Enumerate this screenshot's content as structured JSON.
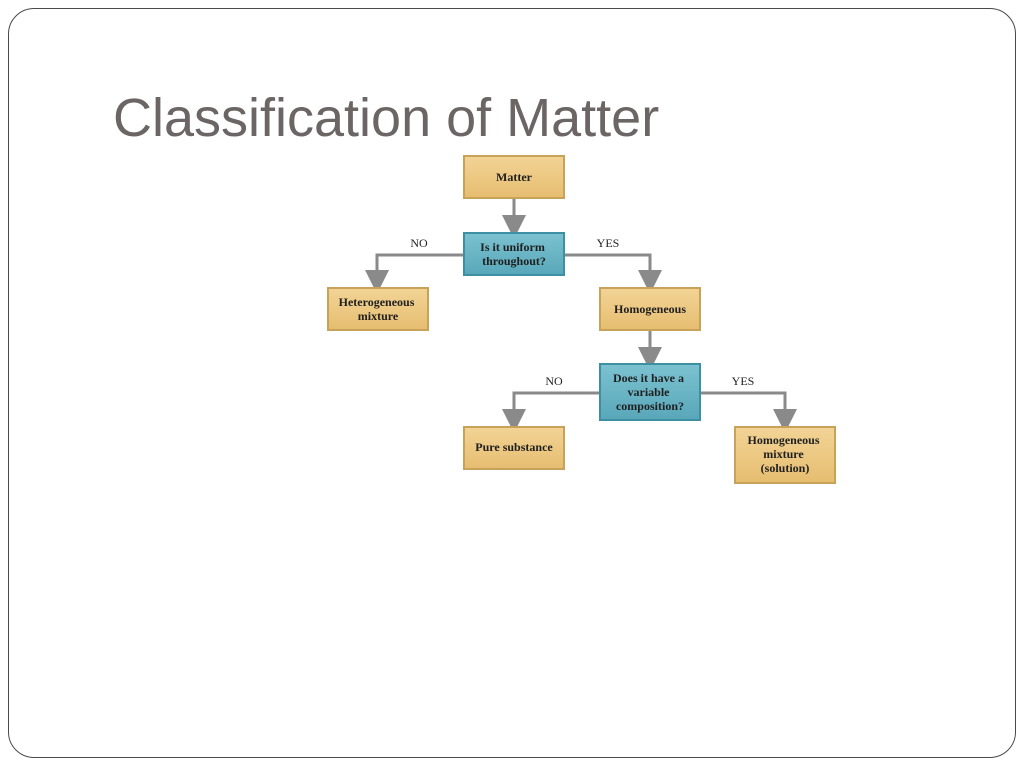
{
  "slide": {
    "title": "Classification of Matter"
  },
  "diagram": {
    "colors": {
      "box_fill": "#ebc67f",
      "box_border": "#c9a25a",
      "question_fill": "#68b3c4",
      "question_border": "#3d8fa3",
      "connector": "#8a8a8a"
    },
    "nodes": {
      "matter": [
        "Matter"
      ],
      "uniform_question": [
        "Is it uniform",
        "throughout?"
      ],
      "heterogeneous": [
        "Heterogeneous",
        "mixture"
      ],
      "homogeneous": [
        "Homogeneous"
      ],
      "composition_question": [
        "Does it have a",
        "variable",
        "composition?"
      ],
      "pure_substance": [
        "Pure substance"
      ],
      "homogeneous_mixture": [
        "Homogeneous",
        "mixture",
        "(solution)"
      ]
    },
    "branches": {
      "q1_no": "NO",
      "q1_yes": "YES",
      "q2_no": "NO",
      "q2_yes": "YES"
    }
  }
}
